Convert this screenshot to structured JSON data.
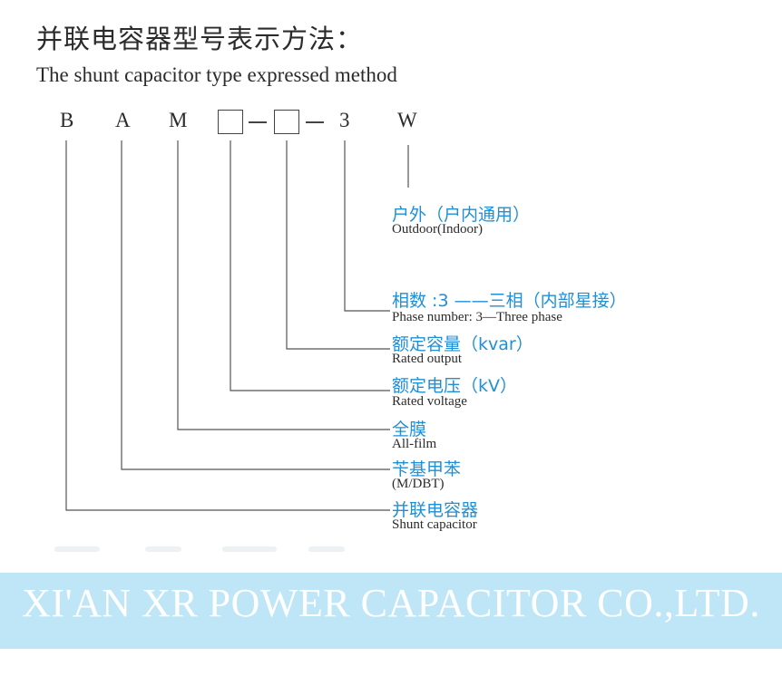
{
  "title_cn": "并联电容器型号表示方法：",
  "title_en": "The shunt capacitor type expressed method",
  "code": {
    "b": "B",
    "a": "A",
    "m": "M",
    "three": "3",
    "w": "W"
  },
  "labels": [
    {
      "cn": "户外（户内通用）",
      "en": "Outdoor(Indoor)"
    },
    {
      "cn": "相数 :3 ——三相（内部星接）",
      "en": "Phase number: 3—Three phase"
    },
    {
      "cn": "额定容量（kvar）",
      "en": "Rated output"
    },
    {
      "cn": "额定电压（kV）",
      "en": "Rated voltage"
    },
    {
      "cn": "全膜",
      "en": "All-film"
    },
    {
      "cn": "苄基甲苯",
      "en": "(M/DBT)"
    },
    {
      "cn": "并联电容器",
      "en": "Shunt capacitor"
    }
  ],
  "banner_text": "XI'AN XR POWER CAPACITOR CO.,LTD.",
  "colors": {
    "accent": "#1f8fd6",
    "banner_bg": "#bfe6f6",
    "text": "#2b2b2b"
  }
}
